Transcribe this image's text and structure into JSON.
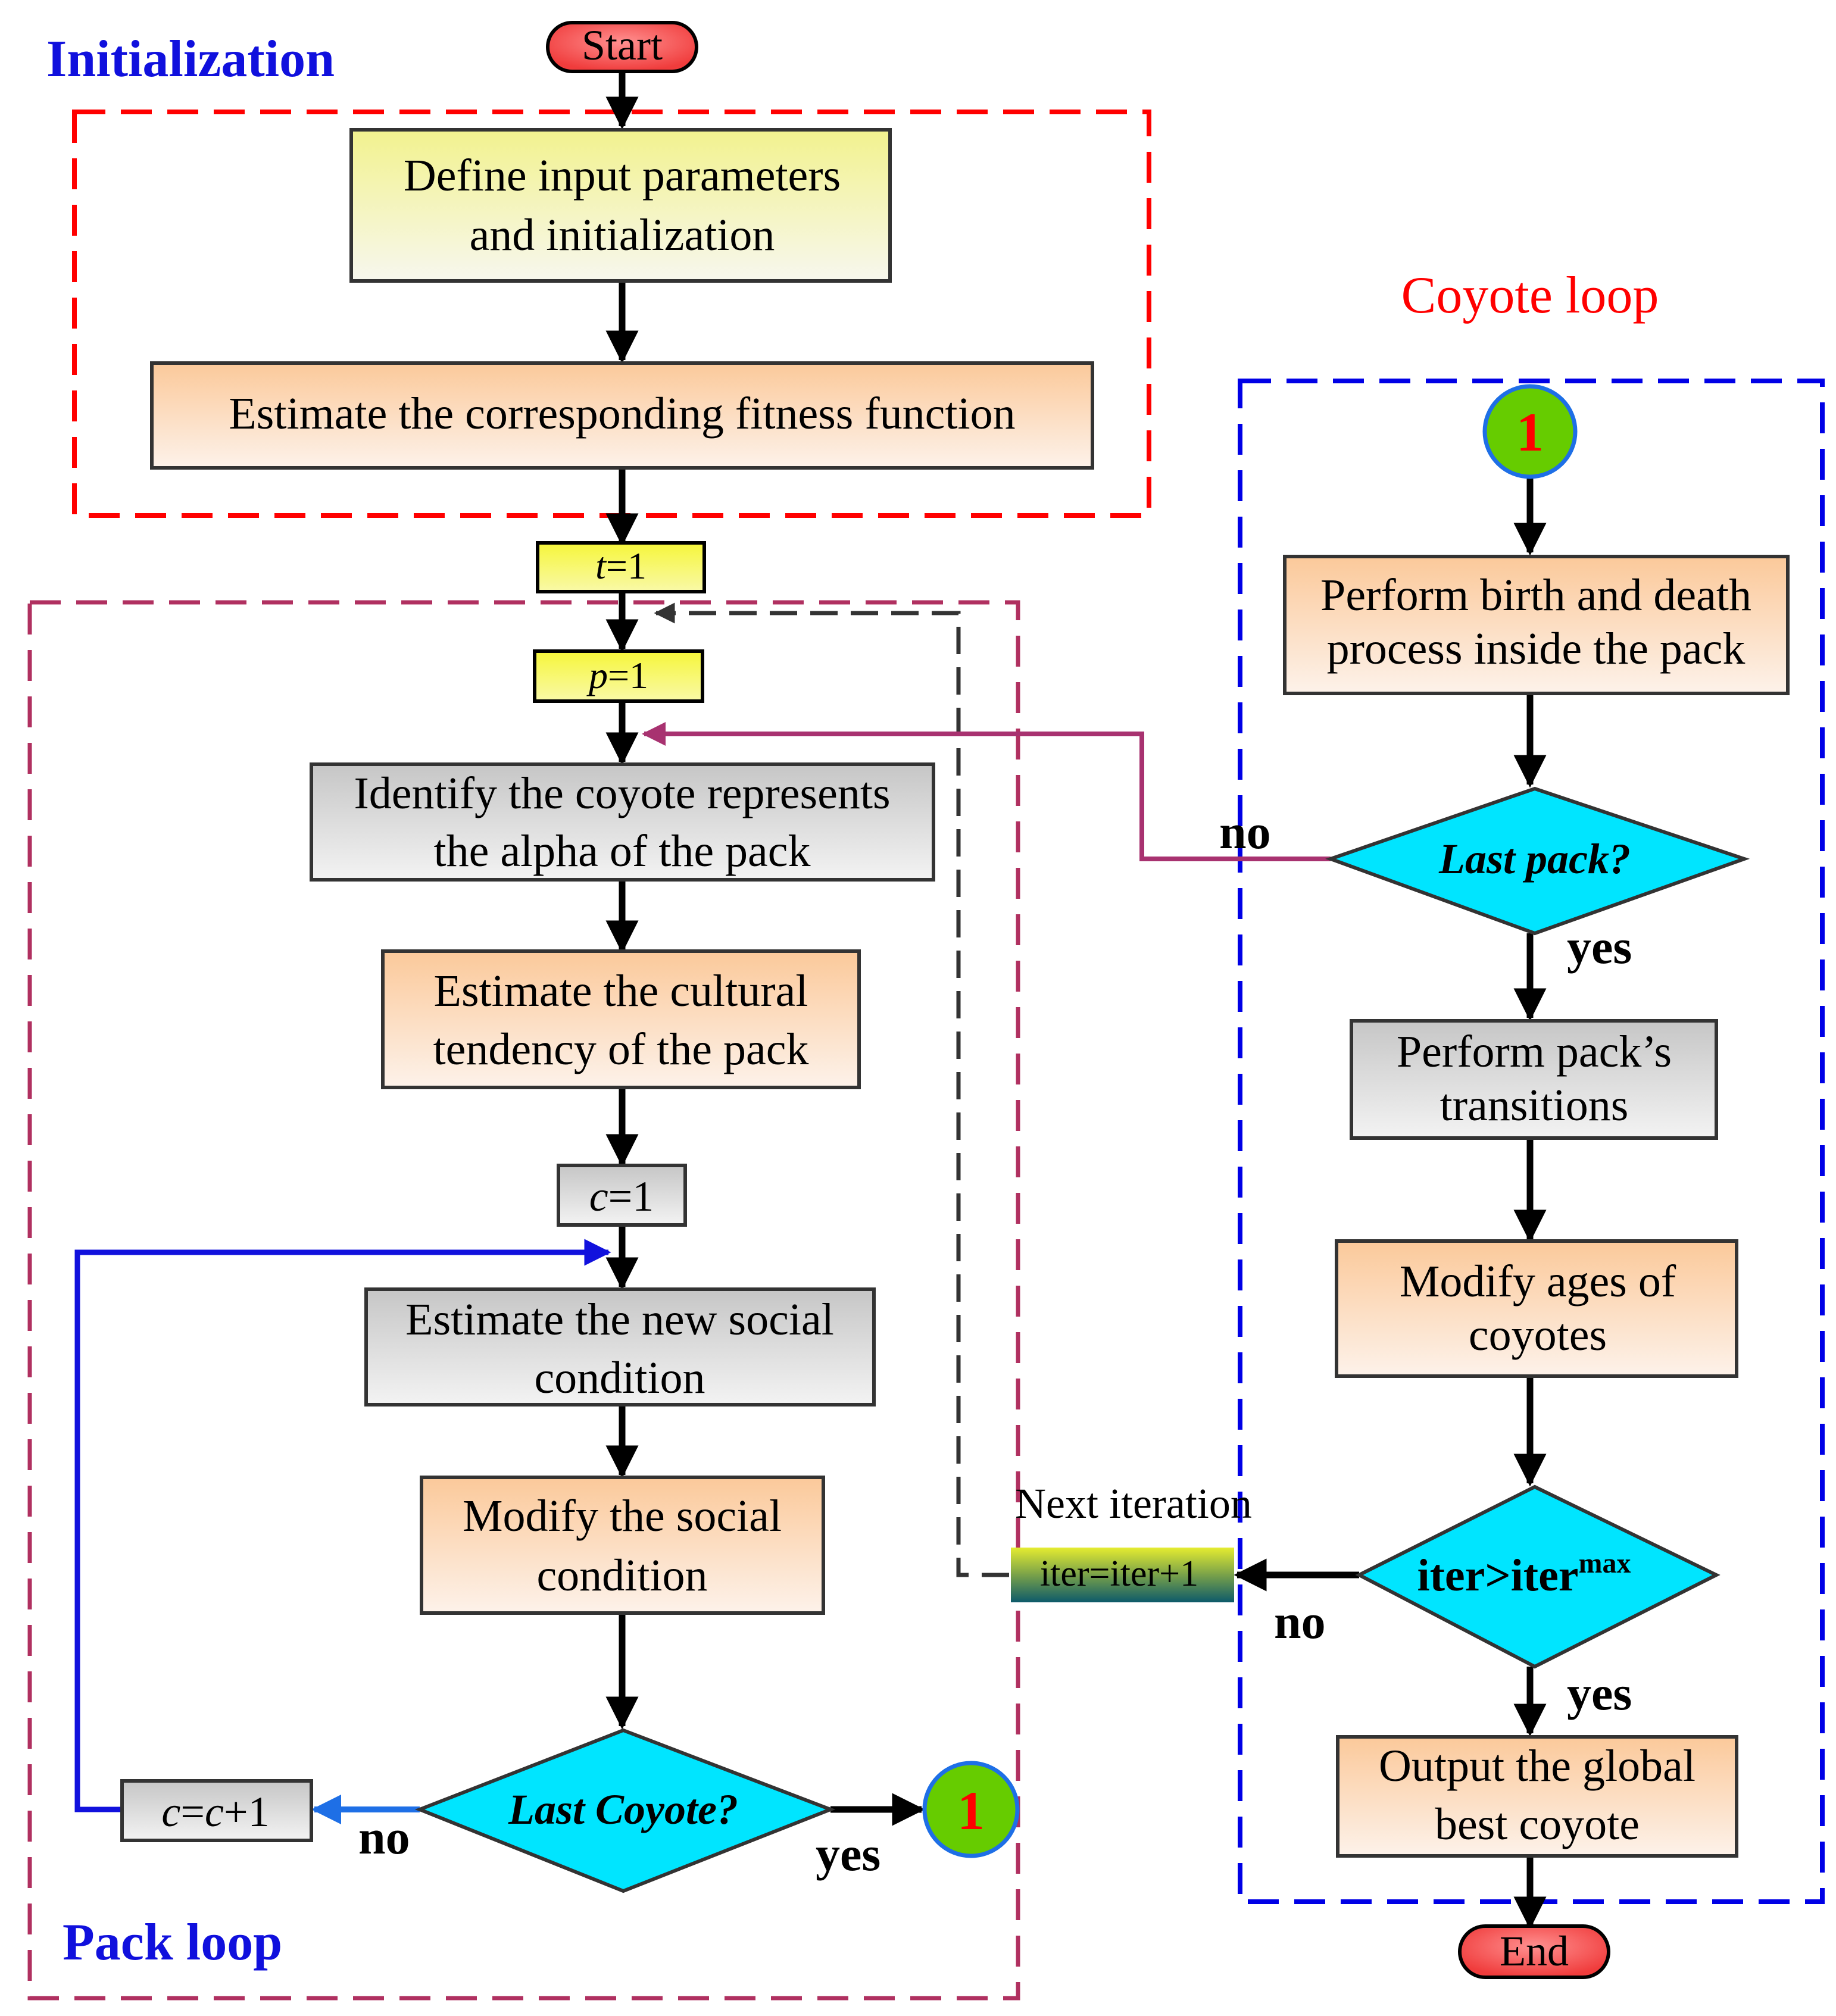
{
  "sections": {
    "initialization": "Initialization",
    "coyote_loop": "Coyote loop",
    "pack_loop": "Pack loop"
  },
  "terminals": {
    "start": "Start",
    "end": "End"
  },
  "boxes": {
    "define_line1": "Define input parameters",
    "define_line2": "and initialization",
    "estimate_fitness": "Estimate the corresponding fitness function",
    "t_var": "t",
    "t_rest": "=1",
    "p_var": "p",
    "p_rest": "=1",
    "identify_line1": "Identify the coyote represents",
    "identify_line2": "the alpha of the pack",
    "cultural_line1": "Estimate the cultural",
    "cultural_line2": "tendency of the pack",
    "c_var": "c",
    "c_rest": "=1",
    "social_line1": "Estimate the new social",
    "social_line2": "condition",
    "modify_social_line1": "Modify the social",
    "modify_social_line2": "condition",
    "c_inc_var1": "c",
    "c_inc_eq": "=",
    "c_inc_var2": "c",
    "c_inc_rest": "+1",
    "birth_line1": "Perform birth and death",
    "birth_line2": "process inside the pack",
    "transitions_line1": "Perform pack’s",
    "transitions_line2": "transitions",
    "ages_line1": "Modify ages of",
    "ages_line2": "coyotes",
    "iter_inc": "iter=iter+1",
    "output_line1": "Output the global",
    "output_line2": "best coyote"
  },
  "decisions": {
    "last_coyote": "Last Coyote?",
    "last_pack": "Last pack?",
    "iter_main": "iter>iter",
    "iter_sup": "max"
  },
  "connectors": {
    "label": "1"
  },
  "edge_labels": {
    "no_coyote": "no",
    "yes_coyote": "yes",
    "no_pack": "no",
    "yes_pack": "yes",
    "no_iter": "no",
    "yes_iter": "yes",
    "next_iteration": "Next iteration"
  },
  "colors": {
    "init_border": "#ff0000",
    "coyote_border": "#0000e6",
    "pack_border": "#b03060",
    "pack_arrow": "#a83270",
    "c_loop_arrow": "#1111dd",
    "no_arrow_blue": "#1e6fe6",
    "decision_fill": "#00e5ff",
    "connector_fill": "#66cc00",
    "connector_text": "#ff0000"
  }
}
